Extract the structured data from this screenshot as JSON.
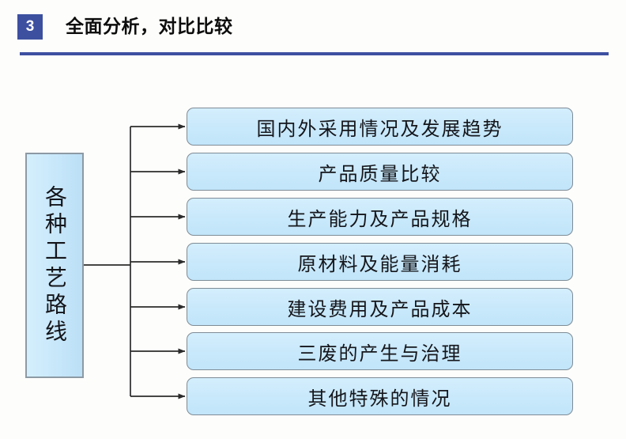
{
  "header": {
    "badge_number": "3",
    "title": "全面分析，对比比较",
    "accent_color": "#3d50a0"
  },
  "diagram": {
    "type": "tree",
    "orientation": "left-to-right",
    "box_fill_color": "#c9e9fb",
    "box_border_color": "#7f8c96",
    "connector_color": "#2b2b2b",
    "root": {
      "label": "各种工艺路线",
      "text_direction": "vertical"
    },
    "branches": [
      {
        "label": "国内外采用情况及发展趋势"
      },
      {
        "label": "产品质量比较"
      },
      {
        "label": "生产能力及产品规格"
      },
      {
        "label": "原材料及能量消耗"
      },
      {
        "label": "建设费用及产品成本"
      },
      {
        "label": "三废的产生与治理"
      },
      {
        "label": "其他特殊的情况"
      }
    ]
  }
}
